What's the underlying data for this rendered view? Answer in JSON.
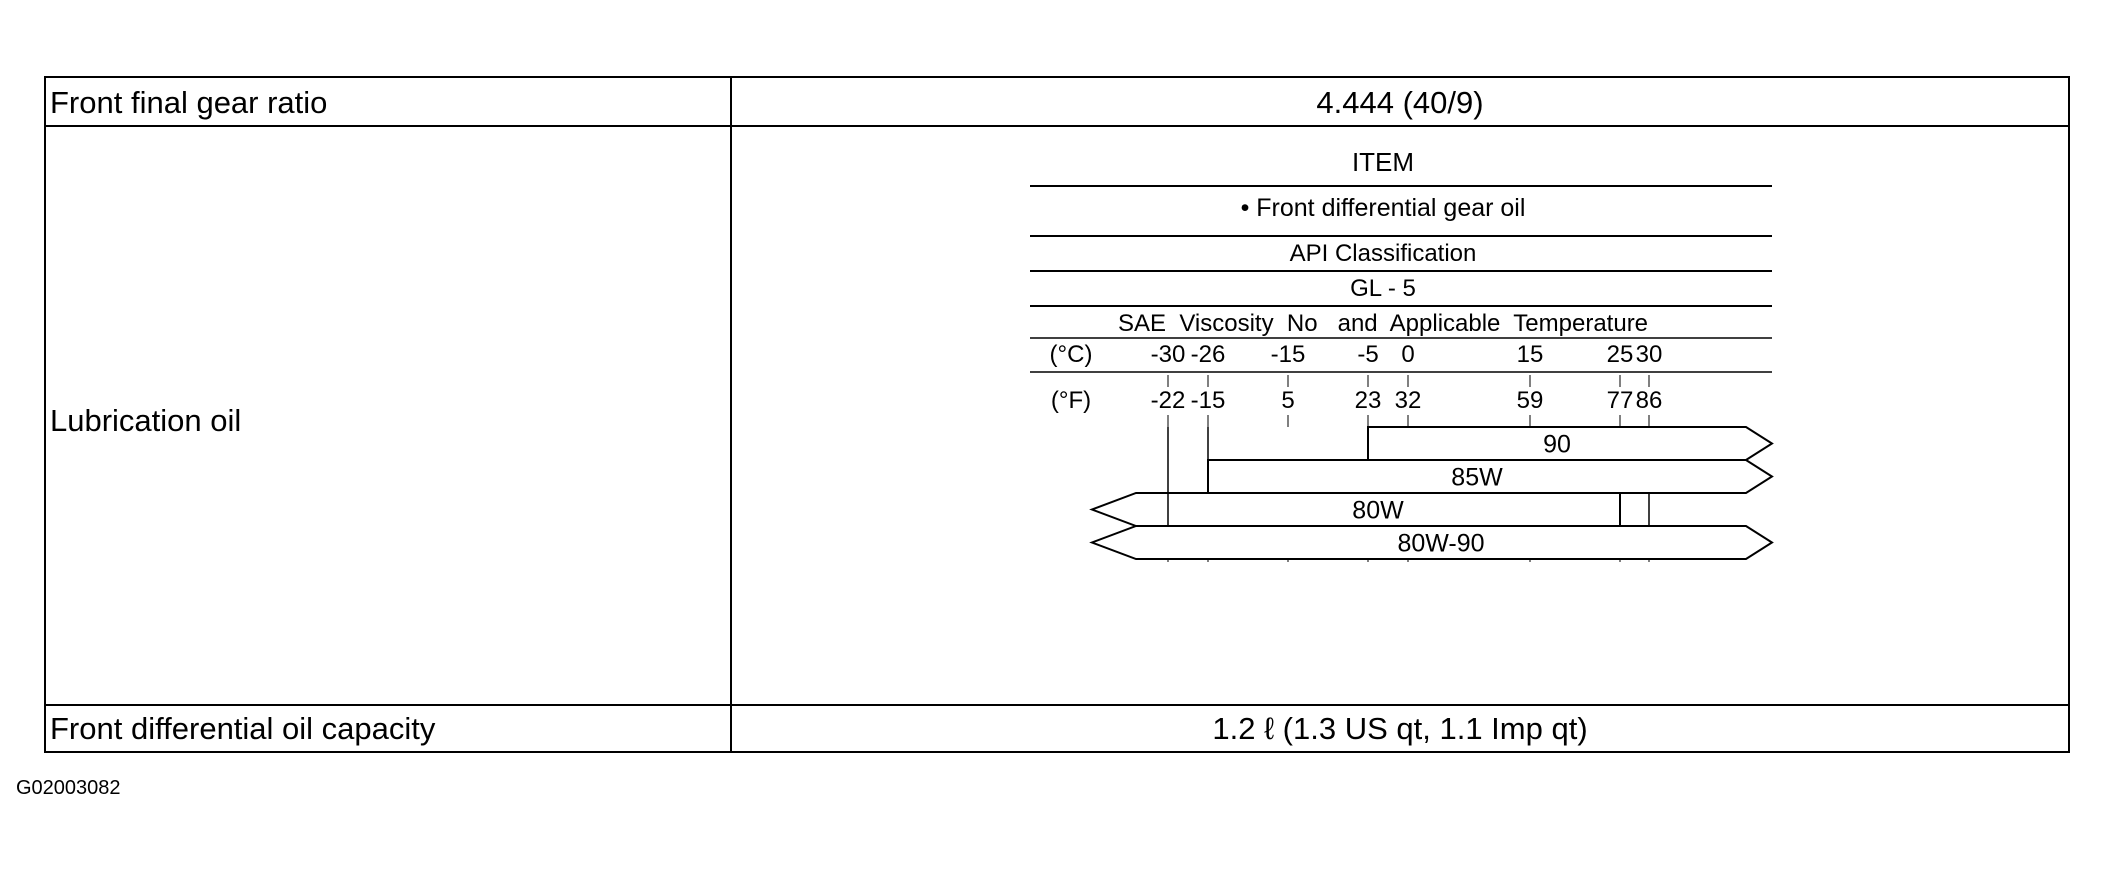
{
  "table": {
    "rows": [
      {
        "label": "Front final gear ratio",
        "value": "4.444 (40/9)"
      },
      {
        "label": "Lubrication oil"
      },
      {
        "label": "Front differential oil capacity",
        "value": "1.2 ℓ (1.3 US qt, 1.1 Imp qt)"
      }
    ]
  },
  "oil_chart": {
    "item_header": "ITEM",
    "item": "• Front differential gear oil",
    "api_header": "API Classification",
    "api_value": "GL - 5",
    "sae_header": "SAE  Viscosity  No   and  Applicable  Temperature",
    "celsius_unit": "(°C)",
    "fahrenheit_unit": "(°F)",
    "celsius_ticks": [
      "-30",
      "-26",
      "-15",
      "-5",
      "0",
      "15",
      "25",
      "30"
    ],
    "fahrenheit_ticks": [
      "-22",
      "-15",
      "5",
      "23",
      "32",
      "59",
      "77",
      "86"
    ],
    "grades": [
      {
        "name": "90",
        "from_c": -5,
        "to_c": "above 30"
      },
      {
        "name": "85W",
        "from_c": -26,
        "to_c": "above 30"
      },
      {
        "name": "80W",
        "from_c": "below -30",
        "to_c": 25
      },
      {
        "name": "80W-90",
        "from_c": "below -30",
        "to_c": "above 30"
      }
    ]
  },
  "footer": {
    "code": "G02003082"
  }
}
